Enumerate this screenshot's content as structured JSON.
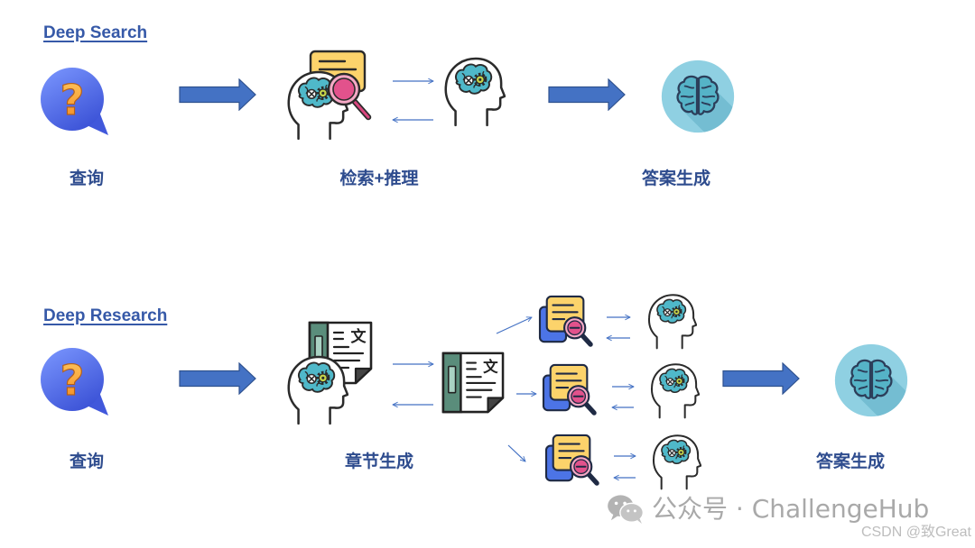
{
  "deep_search": {
    "title": "Deep Search",
    "steps": [
      {
        "label": "查询",
        "icon": "question-bubble-icon"
      },
      {
        "label": "检索+推理",
        "icon": "search-and-reasoning-icon"
      },
      {
        "label": "答案生成",
        "icon": "brain-circle-icon"
      }
    ]
  },
  "deep_research": {
    "title": "Deep Research",
    "steps": [
      {
        "label": "查询",
        "icon": "question-bubble-icon"
      },
      {
        "label": "章节生成",
        "icon": "outline-and-reasoning-icon"
      },
      {
        "label": "答案生成",
        "icon": "brain-circle-icon"
      }
    ],
    "parallel_branches": [
      {
        "icon": "search-document-icon",
        "reasoner_icon": "head-brain-icon"
      },
      {
        "icon": "search-document-icon",
        "reasoner_icon": "head-brain-icon"
      },
      {
        "icon": "search-document-icon",
        "reasoner_icon": "head-brain-icon"
      }
    ]
  },
  "glyphs": {
    "question_mark": "?",
    "document_character": "文"
  },
  "watermark": {
    "wechat": "公众号 · ChallengeHub",
    "csdn": "CSDN @致Great"
  },
  "colors": {
    "title_text": "#3659a8",
    "label_text": "#2e4c8e",
    "block_arrow_fill": "#4472c4",
    "block_arrow_border": "#2f528f",
    "thin_arrow": "#4472c4",
    "watermark_text": "#a9a9a9"
  }
}
